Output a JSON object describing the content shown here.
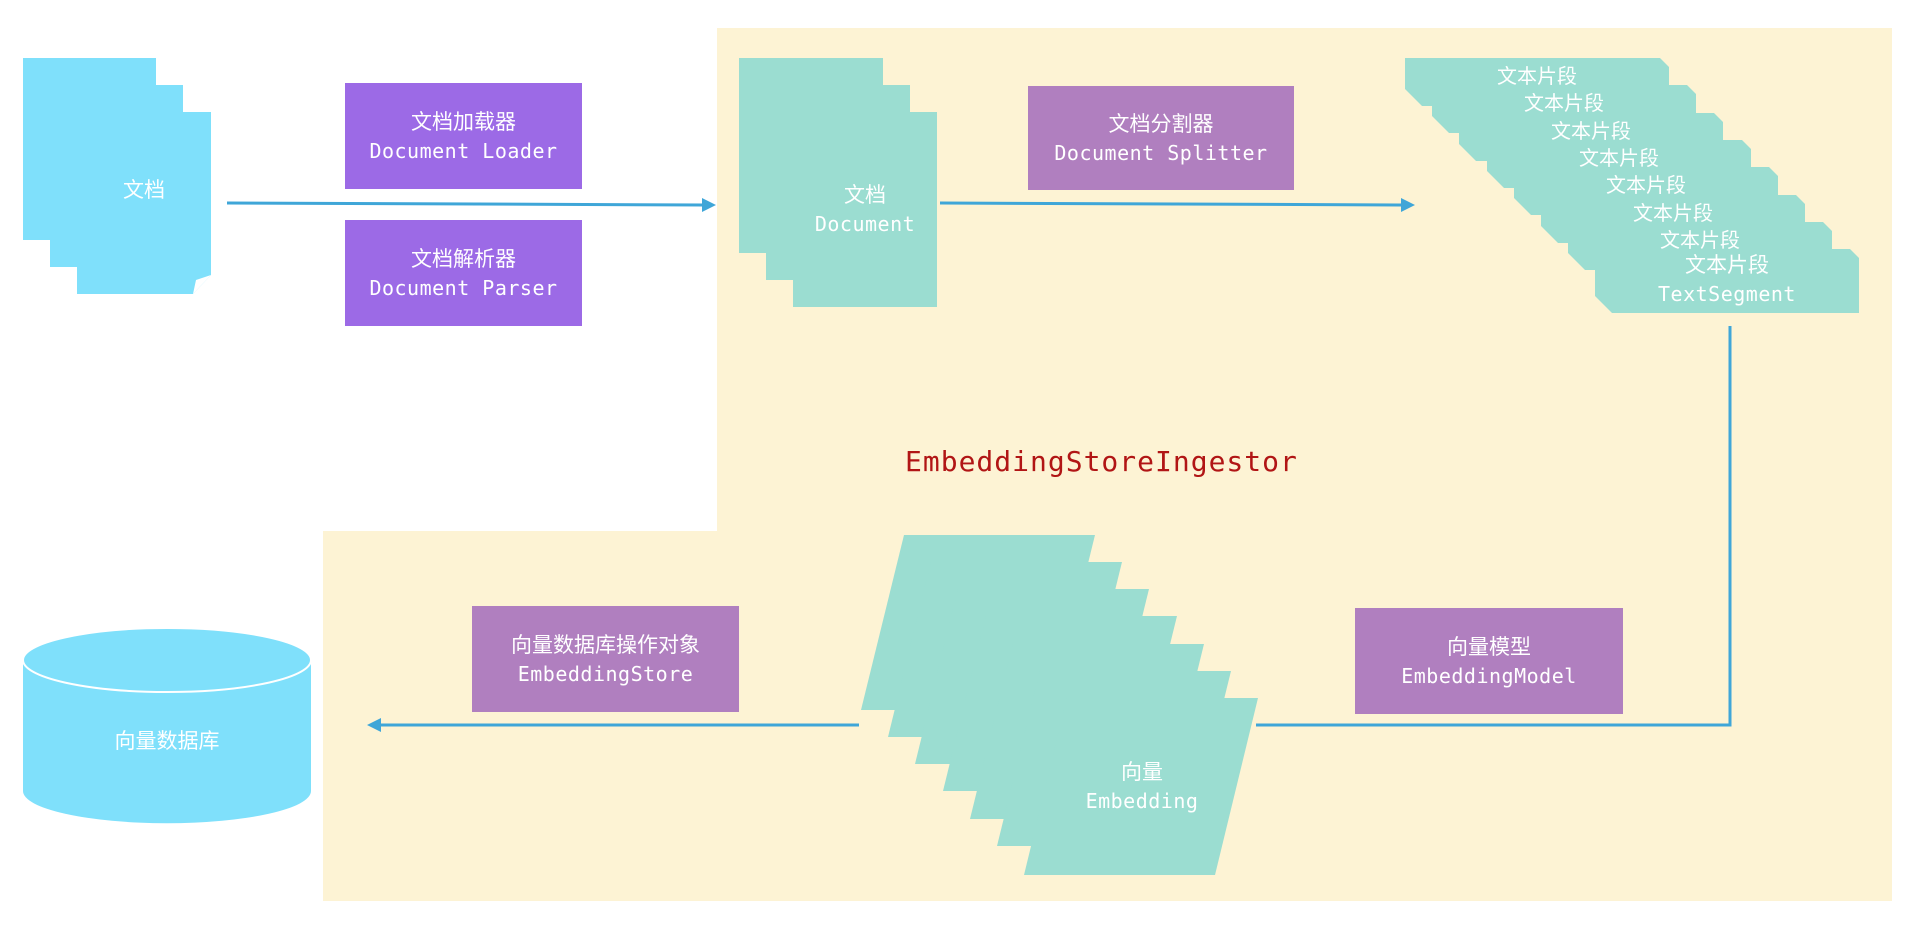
{
  "source_doc": {
    "label": "文档"
  },
  "loader": {
    "cn": "文档加载器",
    "en": "Document Loader"
  },
  "parser": {
    "cn": "文档解析器",
    "en": "Document Parser"
  },
  "document": {
    "cn": "文档",
    "en": "Document"
  },
  "splitter": {
    "cn": "文档分割器",
    "en": "Document Splitter"
  },
  "segments": {
    "cn": "文本片段",
    "en": "TextSegment",
    "stack_count": 8
  },
  "ingestor": {
    "title": "EmbeddingStoreIngestor"
  },
  "model": {
    "cn": "向量模型",
    "en": "EmbeddingModel"
  },
  "embedding": {
    "cn": "向量",
    "en": "Embedding",
    "stack_count": 7
  },
  "store": {
    "cn": "向量数据库操作对象",
    "en": "EmbeddingStore"
  },
  "database": {
    "label": "向量数据库"
  },
  "colors": {
    "document_blue": "#7fe0fb",
    "teal": "#9bddd1",
    "purple": "#9c6ae6",
    "mauve": "#b07fbf",
    "ingestor_bg": "#fdf3d4",
    "arrow": "#3fa6d8",
    "title_red": "#b11515"
  }
}
